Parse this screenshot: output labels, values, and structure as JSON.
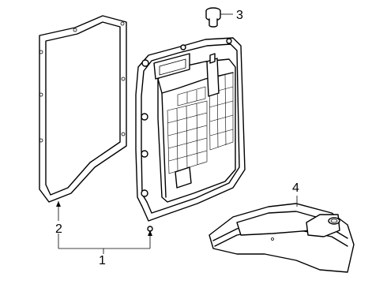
{
  "callouts": [
    {
      "id": "1",
      "label": "1"
    },
    {
      "id": "2",
      "label": "2"
    },
    {
      "id": "3",
      "label": "3"
    },
    {
      "id": "4",
      "label": "4"
    }
  ],
  "parts": [
    {
      "callout": "1",
      "icon": "valve-body-pan-icon"
    },
    {
      "callout": "2",
      "icon": "pan-gasket-icon"
    },
    {
      "callout": "3",
      "icon": "drain-plug-icon"
    },
    {
      "callout": "4",
      "icon": "transmission-filter-icon"
    }
  ]
}
